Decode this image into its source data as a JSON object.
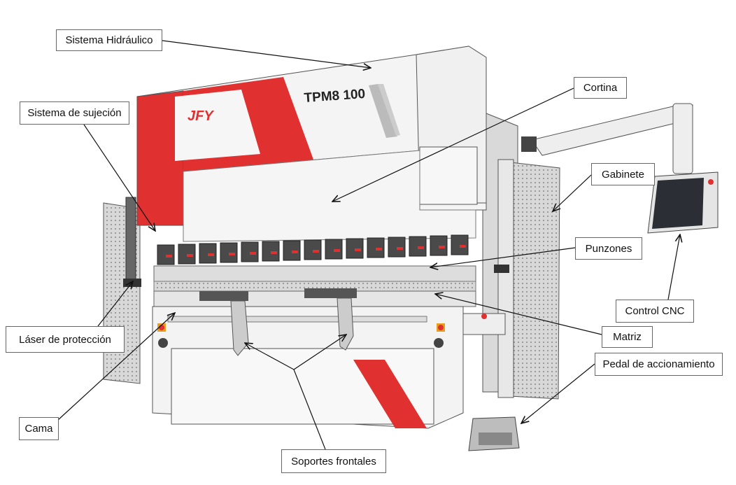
{
  "machine": {
    "brand": "JFY",
    "model": "TPM8 100"
  },
  "labels": {
    "hydraulic": "Sistema Hidráulico",
    "clamping": "Sistema de sujeción",
    "curtain": "Cortina",
    "cabinet": "Gabinete",
    "punches": "Punzones",
    "cnc": "Control CNC",
    "die": "Matriz",
    "pedal": "Pedal de accionamiento",
    "laser": "Láser de protección",
    "bed": "Cama",
    "supports": "Soportes frontales"
  },
  "colors": {
    "accent": "#e03030",
    "body": "#f2f2f2",
    "steel": "#bdbdbd",
    "dark": "#444444"
  }
}
